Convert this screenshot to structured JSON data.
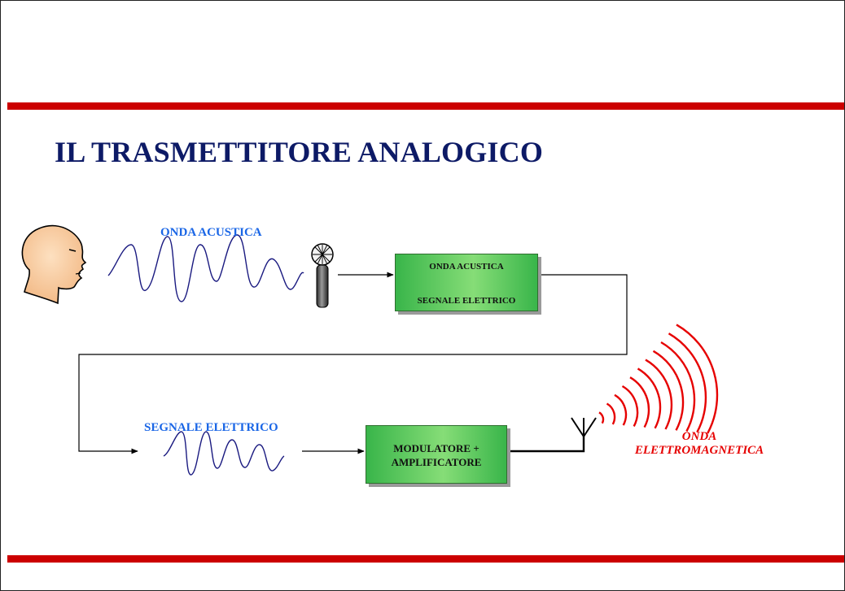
{
  "slide": {
    "title": "IL TRASMETTITORE ANALOGICO"
  },
  "diagram": {
    "acoustic_wave_label": "ONDA ACUSTICA",
    "transducer_block": {
      "input_label": "ONDA ACUSTICA",
      "output_label": "SEGNALE ELETTRICO"
    },
    "electric_signal_label": "SEGNALE ELETTRICO",
    "modulator_block": {
      "line1": "MODULATORE +",
      "line2": "AMPLIFICATORE"
    },
    "em_wave_label": {
      "line1": "ONDA",
      "line2": "ELETTROMAGNETICA"
    }
  },
  "colors": {
    "accent_bar": "#cc0000",
    "title": "#0d1a66",
    "blue_label": "#1a66e6",
    "em_red": "#e60000",
    "block_green": "#39b54a",
    "wave_line": "#1a1a80"
  },
  "icons": [
    "head-icon",
    "microphone-icon",
    "antenna-icon",
    "em-wave-icon"
  ]
}
